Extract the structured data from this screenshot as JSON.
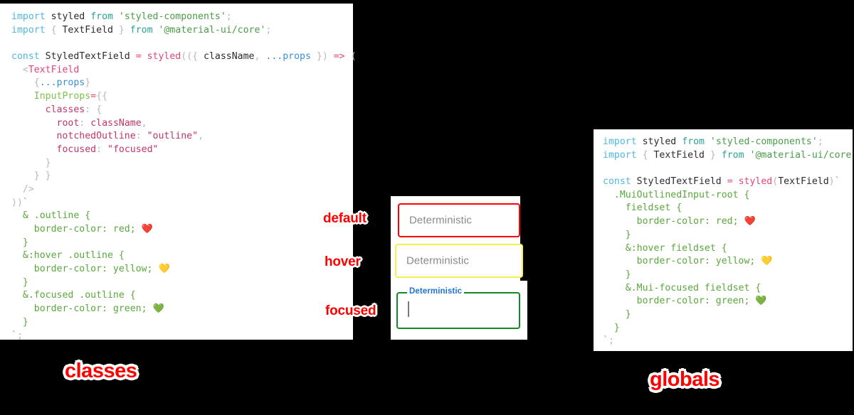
{
  "background_color": "#000000",
  "accent_colors": {
    "annotation_red": "#ff0000",
    "outline_default": "#ff0000",
    "outline_hover": "#f7f24a",
    "outline_focused": "#118a25",
    "float_label_blue": "#1e73d2",
    "placeholder_grey": "#8a8a8a"
  },
  "panels": {
    "classes": {
      "caption": "classes",
      "lines": [
        {
          "id": "l1",
          "tokens": [
            {
              "t": "import",
              "c": "kw"
            },
            {
              "t": " ",
              "c": "plain"
            },
            {
              "t": "styled",
              "c": "plain"
            },
            {
              "t": " ",
              "c": "plain"
            },
            {
              "t": "from",
              "c": "from"
            },
            {
              "t": " ",
              "c": "plain"
            },
            {
              "t": "'styled-components'",
              "c": "str"
            },
            {
              "t": ";",
              "c": "punct"
            }
          ]
        },
        {
          "id": "l2",
          "tokens": [
            {
              "t": "import",
              "c": "kw"
            },
            {
              "t": " ",
              "c": "plain"
            },
            {
              "t": "{",
              "c": "punct"
            },
            {
              "t": " TextField ",
              "c": "plain"
            },
            {
              "t": "}",
              "c": "punct"
            },
            {
              "t": " ",
              "c": "plain"
            },
            {
              "t": "from",
              "c": "from"
            },
            {
              "t": " ",
              "c": "plain"
            },
            {
              "t": "'@material-ui/core'",
              "c": "str"
            },
            {
              "t": ";",
              "c": "punct"
            }
          ]
        },
        {
          "id": "l3",
          "tokens": []
        },
        {
          "id": "l4",
          "tokens": [
            {
              "t": "const",
              "c": "kw"
            },
            {
              "t": " ",
              "c": "plain"
            },
            {
              "t": "StyledTextField",
              "c": "plain"
            },
            {
              "t": " ",
              "c": "plain"
            },
            {
              "t": "=",
              "c": "op"
            },
            {
              "t": " ",
              "c": "plain"
            },
            {
              "t": "styled",
              "c": "fn"
            },
            {
              "t": "((",
              "c": "punct"
            },
            {
              "t": "{ ",
              "c": "punct"
            },
            {
              "t": "className",
              "c": "plain"
            },
            {
              "t": ",",
              "c": "punct"
            },
            {
              "t": " ",
              "c": "plain"
            },
            {
              "t": "...props",
              "c": "spread"
            },
            {
              "t": " }",
              "c": "punct"
            },
            {
              "t": ")",
              "c": "punct"
            },
            {
              "t": " ",
              "c": "plain"
            },
            {
              "t": "=>",
              "c": "op"
            },
            {
              "t": " ",
              "c": "plain"
            },
            {
              "t": "(",
              "c": "punct"
            }
          ]
        },
        {
          "id": "l5",
          "tokens": [
            {
              "t": "  ",
              "c": "plain"
            },
            {
              "t": "<",
              "c": "punct"
            },
            {
              "t": "TextField",
              "c": "tag"
            }
          ]
        },
        {
          "id": "l6",
          "tokens": [
            {
              "t": "    ",
              "c": "plain"
            },
            {
              "t": "{",
              "c": "punct"
            },
            {
              "t": "...props",
              "c": "spread"
            },
            {
              "t": "}",
              "c": "punct"
            }
          ]
        },
        {
          "id": "l7",
          "tokens": [
            {
              "t": "    ",
              "c": "plain"
            },
            {
              "t": "InputProps",
              "c": "attr"
            },
            {
              "t": "=",
              "c": "op"
            },
            {
              "t": "{{",
              "c": "punct"
            }
          ]
        },
        {
          "id": "l8",
          "tokens": [
            {
              "t": "      ",
              "c": "plain"
            },
            {
              "t": "classes",
              "c": "prop"
            },
            {
              "t": ":",
              "c": "punct"
            },
            {
              "t": " ",
              "c": "plain"
            },
            {
              "t": "{",
              "c": "punct"
            }
          ]
        },
        {
          "id": "l9",
          "tokens": [
            {
              "t": "        ",
              "c": "plain"
            },
            {
              "t": "root",
              "c": "prop"
            },
            {
              "t": ":",
              "c": "punct"
            },
            {
              "t": " ",
              "c": "plain"
            },
            {
              "t": "className",
              "c": "pvar"
            },
            {
              "t": ",",
              "c": "punct"
            }
          ]
        },
        {
          "id": "l10",
          "tokens": [
            {
              "t": "        ",
              "c": "plain"
            },
            {
              "t": "notchedOutline",
              "c": "prop"
            },
            {
              "t": ":",
              "c": "punct"
            },
            {
              "t": " ",
              "c": "plain"
            },
            {
              "t": "\"outline\"",
              "c": "pstr"
            },
            {
              "t": ",",
              "c": "punct"
            }
          ]
        },
        {
          "id": "l11",
          "tokens": [
            {
              "t": "        ",
              "c": "plain"
            },
            {
              "t": "focused",
              "c": "prop"
            },
            {
              "t": ":",
              "c": "punct"
            },
            {
              "t": " ",
              "c": "plain"
            },
            {
              "t": "\"focused\"",
              "c": "pstr"
            }
          ]
        },
        {
          "id": "l12",
          "tokens": [
            {
              "t": "      }",
              "c": "punct"
            }
          ]
        },
        {
          "id": "l13",
          "tokens": [
            {
              "t": "    } }",
              "c": "punct"
            }
          ]
        },
        {
          "id": "l14",
          "tokens": [
            {
              "t": "  />",
              "c": "punct"
            }
          ]
        },
        {
          "id": "l15",
          "tokens": [
            {
              "t": "))",
              "c": "punct"
            },
            {
              "t": "`",
              "c": "bt"
            }
          ]
        },
        {
          "id": "l16",
          "tokens": [
            {
              "t": "  & .outline {",
              "c": "css"
            }
          ]
        },
        {
          "id": "l17",
          "tokens": [
            {
              "t": "    border-color: red; ",
              "c": "css"
            },
            {
              "t": "❤️",
              "c": "emoji"
            }
          ]
        },
        {
          "id": "l18",
          "tokens": [
            {
              "t": "  }",
              "c": "css"
            }
          ]
        },
        {
          "id": "l19",
          "tokens": [
            {
              "t": "  &:hover .outline {",
              "c": "css"
            }
          ]
        },
        {
          "id": "l20",
          "tokens": [
            {
              "t": "    border-color: yellow; ",
              "c": "css"
            },
            {
              "t": "💛",
              "c": "emoji"
            }
          ]
        },
        {
          "id": "l21",
          "tokens": [
            {
              "t": "  }",
              "c": "css"
            }
          ]
        },
        {
          "id": "l22",
          "tokens": [
            {
              "t": "  &.focused .outline {",
              "c": "css"
            }
          ]
        },
        {
          "id": "l23",
          "tokens": [
            {
              "t": "    border-color: green; ",
              "c": "css"
            },
            {
              "t": "💚",
              "c": "emoji"
            }
          ]
        },
        {
          "id": "l24",
          "tokens": [
            {
              "t": "  }",
              "c": "css"
            }
          ]
        },
        {
          "id": "l25",
          "tokens": [
            {
              "t": "`",
              "c": "bt"
            },
            {
              "t": ";",
              "c": "punct"
            }
          ]
        }
      ]
    },
    "globals": {
      "caption": "globals",
      "lines": [
        {
          "id": "g1",
          "tokens": [
            {
              "t": "import",
              "c": "kw"
            },
            {
              "t": " ",
              "c": "plain"
            },
            {
              "t": "styled",
              "c": "plain"
            },
            {
              "t": " ",
              "c": "plain"
            },
            {
              "t": "from",
              "c": "from"
            },
            {
              "t": " ",
              "c": "plain"
            },
            {
              "t": "'styled-components'",
              "c": "str"
            },
            {
              "t": ";",
              "c": "punct"
            }
          ]
        },
        {
          "id": "g2",
          "tokens": [
            {
              "t": "import",
              "c": "kw"
            },
            {
              "t": " ",
              "c": "plain"
            },
            {
              "t": "{",
              "c": "punct"
            },
            {
              "t": " TextField ",
              "c": "plain"
            },
            {
              "t": "}",
              "c": "punct"
            },
            {
              "t": " ",
              "c": "plain"
            },
            {
              "t": "from",
              "c": "from"
            },
            {
              "t": " ",
              "c": "plain"
            },
            {
              "t": "'@material-ui/core'",
              "c": "str"
            },
            {
              "t": ";",
              "c": "punct"
            }
          ]
        },
        {
          "id": "g3",
          "tokens": []
        },
        {
          "id": "g4",
          "tokens": [
            {
              "t": "const",
              "c": "kw"
            },
            {
              "t": " ",
              "c": "plain"
            },
            {
              "t": "StyledTextField",
              "c": "plain"
            },
            {
              "t": " ",
              "c": "plain"
            },
            {
              "t": "=",
              "c": "op"
            },
            {
              "t": " ",
              "c": "plain"
            },
            {
              "t": "styled",
              "c": "fn"
            },
            {
              "t": "(",
              "c": "punct"
            },
            {
              "t": "TextField",
              "c": "plain"
            },
            {
              "t": ")",
              "c": "punct"
            },
            {
              "t": "`",
              "c": "bt"
            }
          ]
        },
        {
          "id": "g5",
          "tokens": [
            {
              "t": "  .MuiOutlinedInput-root {",
              "c": "css"
            }
          ]
        },
        {
          "id": "g6",
          "tokens": [
            {
              "t": "    fieldset {",
              "c": "css"
            }
          ]
        },
        {
          "id": "g7",
          "tokens": [
            {
              "t": "      border-color: red; ",
              "c": "css"
            },
            {
              "t": "❤️",
              "c": "emoji"
            }
          ]
        },
        {
          "id": "g8",
          "tokens": [
            {
              "t": "    }",
              "c": "css"
            }
          ]
        },
        {
          "id": "g9",
          "tokens": [
            {
              "t": "    &:hover fieldset {",
              "c": "css"
            }
          ]
        },
        {
          "id": "g10",
          "tokens": [
            {
              "t": "      border-color: yellow; ",
              "c": "css"
            },
            {
              "t": "💛",
              "c": "emoji"
            }
          ]
        },
        {
          "id": "g11",
          "tokens": [
            {
              "t": "    }",
              "c": "css"
            }
          ]
        },
        {
          "id": "g12",
          "tokens": [
            {
              "t": "    &.Mui-focused fieldset {",
              "c": "css"
            }
          ]
        },
        {
          "id": "g13",
          "tokens": [
            {
              "t": "      border-color: green; ",
              "c": "css"
            },
            {
              "t": "💚",
              "c": "emoji"
            }
          ]
        },
        {
          "id": "g14",
          "tokens": [
            {
              "t": "    }",
              "c": "css"
            }
          ]
        },
        {
          "id": "g15",
          "tokens": [
            {
              "t": "  }",
              "c": "css"
            }
          ]
        },
        {
          "id": "g16",
          "tokens": [
            {
              "t": "`",
              "c": "bt"
            },
            {
              "t": ";",
              "c": "punct"
            }
          ]
        }
      ]
    }
  },
  "demo": {
    "fields": [
      {
        "state": "default",
        "text": "Deterministic",
        "label": "default"
      },
      {
        "state": "hover",
        "text": "Deterministic",
        "label": "hover"
      },
      {
        "state": "focused",
        "text": "Deterministic",
        "label": "focused"
      }
    ]
  }
}
